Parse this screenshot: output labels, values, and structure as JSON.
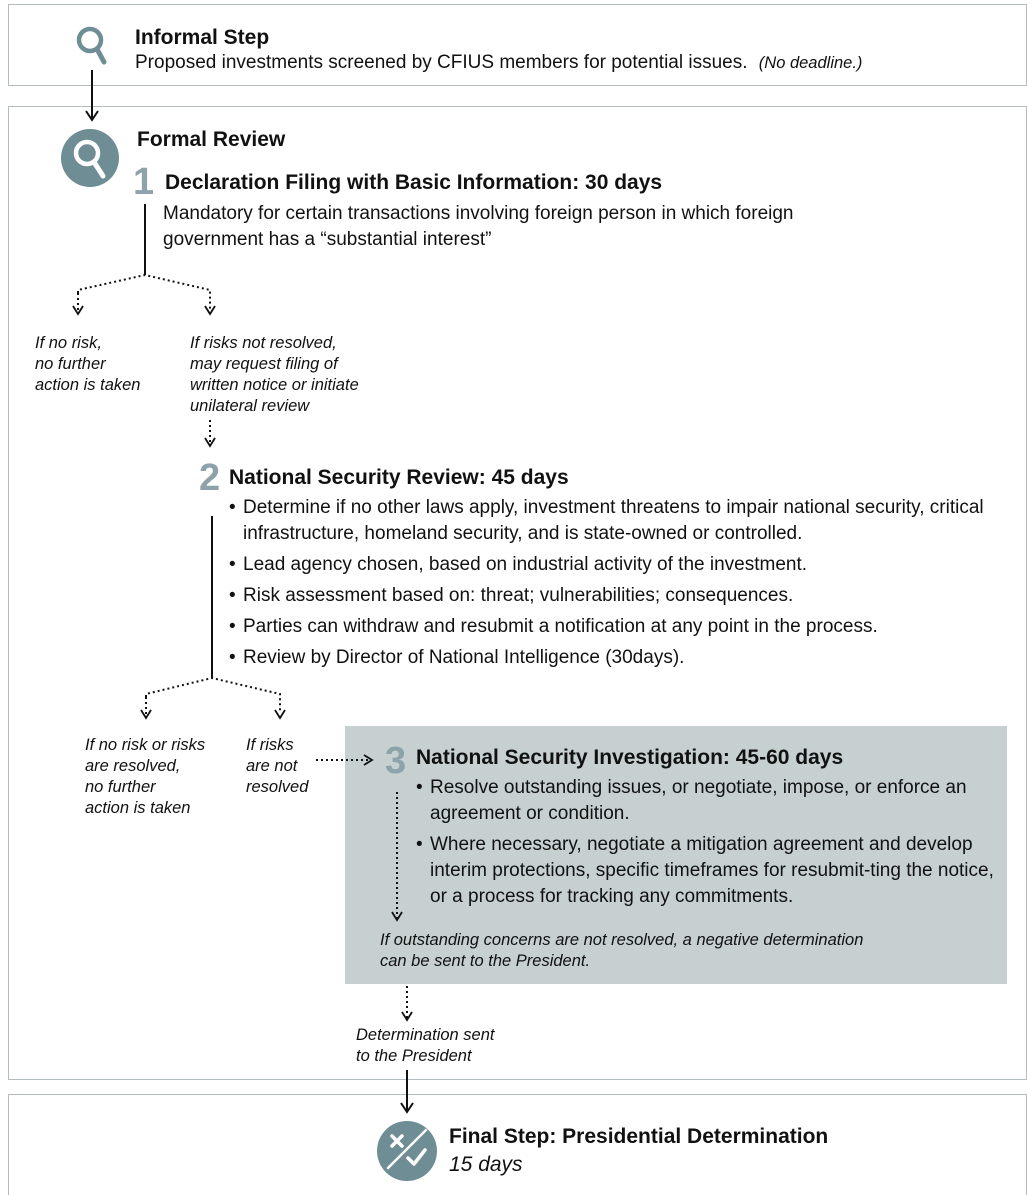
{
  "informal": {
    "title": "Informal Step",
    "text": "Proposed investments screened by CFIUS members for potential issues.",
    "deadline": "(No deadline.)"
  },
  "formal": {
    "title": "Formal Review",
    "step1": {
      "number": "1",
      "title": "Declaration Filing with Basic Information: 30 days",
      "line1": "Mandatory for certain transactions involving foreign person in which foreign",
      "line2": "government has a “substantial interest”",
      "no_risk": [
        "If no risk,",
        "no further",
        "action is taken"
      ],
      "risks": [
        "If risks not resolved,",
        "may request filing of",
        "written notice or initiate",
        "unilateral review"
      ]
    },
    "step2": {
      "number": "2",
      "title": "National Security Review: 45 days",
      "bullets": [
        "Determine if no other laws apply, investment threatens to impair national security, critical infrastructure, homeland security, and is state-owned or controlled.",
        "Lead agency chosen, based on industrial activity of the investment.",
        "Risk assessment based on: threat; vulnerabilities; consequences.",
        "Parties can withdraw and resubmit a notification at any point in the process.",
        "Review by Director of National Intelligence (30days)."
      ],
      "no_risk": [
        "If no risk or risks",
        "are resolved,",
        "no further",
        "action is taken"
      ],
      "risks": [
        "If risks",
        "are not",
        "resolved"
      ]
    },
    "step3": {
      "number": "3",
      "title": "National Security Investigation: 45-60 days",
      "bullets": [
        "Resolve outstanding issues, or negotiate, impose, or enforce an agreement or condition.",
        "Where necessary, negotiate a mitigation agreement and develop interim protections, specific timeframes for resubmit-ting the notice, or a process for tracking any commitments."
      ],
      "note": [
        "If outstanding concerns are not resolved, a negative determination",
        "can be sent to the President."
      ]
    },
    "determination": [
      "Determination sent",
      "to the President"
    ]
  },
  "final": {
    "title": "Final Step: Presidential Determination",
    "days": "15 days"
  },
  "colors": {
    "icon": "#6e8d94",
    "number": "#8da3a9",
    "panel": "#c6d0d0",
    "border": "#b4bcc0"
  },
  "icons": {
    "informal": "magnifier-icon",
    "formal": "magnifier-circle-icon",
    "final": "check-x-circle-icon"
  }
}
